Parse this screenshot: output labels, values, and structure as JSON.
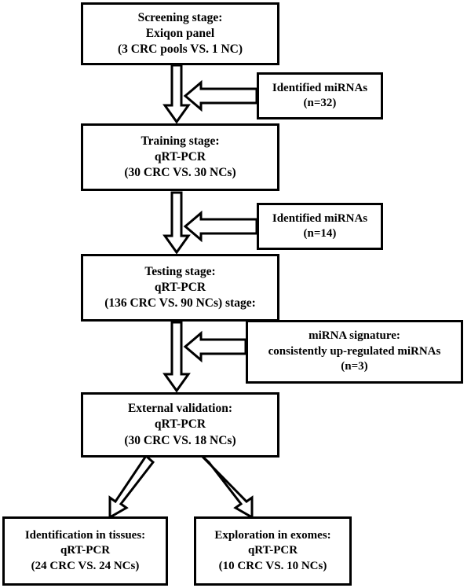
{
  "figure": {
    "type": "flowchart",
    "title": "miRNA biomarker discovery study design flowchart",
    "orientation": "top-to-bottom",
    "colors": {
      "stroke": "#000000",
      "fill": "#ffffff",
      "background": "#ffffff"
    }
  },
  "nodes": {
    "screening": {
      "id": "screening-stage",
      "line1": "Screening stage:",
      "line2": "Exiqon panel",
      "line3": "(3 CRC pools VS. 1 NC)"
    },
    "identified_32": {
      "id": "identified-mirnas-32",
      "line1": "Identified miRNAs",
      "line2": "(n=32)"
    },
    "training": {
      "id": "training-stage",
      "line1": "Training stage:",
      "line2": "qRT-PCR",
      "line3": "(30 CRC VS. 30 NCs)"
    },
    "identified_14": {
      "id": "identified-mirnas-14",
      "line1": "Identified miRNAs",
      "line2": "(n=14)"
    },
    "testing": {
      "id": "testing-stage",
      "line1": "Testing stage:",
      "line2": "qRT-PCR",
      "line3": "(136 CRC VS. 90 NCs) stage:"
    },
    "signature": {
      "id": "mirna-signature",
      "line1": "miRNA signature:",
      "line2": "consistently up-regulated miRNAs",
      "line3": "(n=3)"
    },
    "external": {
      "id": "external-validation",
      "line1": "External validation:",
      "line2": "qRT-PCR",
      "line3": "(30 CRC VS. 18 NCs)"
    },
    "tissues": {
      "id": "identification-in-tissues",
      "line1": "Identification in tissues:",
      "line2": "qRT-PCR",
      "line3": "(24 CRC VS. 24 NCs)"
    },
    "exomes": {
      "id": "exploration-in-exomes",
      "line1": "Exploration in exomes:",
      "line2": "qRT-PCR",
      "line3": "(10 CRC VS. 10 NCs)"
    }
  },
  "edges": [
    {
      "id": "edge-screening-to-training",
      "from": "screening",
      "to": "training",
      "style": "hollow-block-arrow",
      "direction": "down"
    },
    {
      "id": "edge-identified32-to-trunk",
      "from": "identified_32",
      "to": "edge-screening-to-training",
      "style": "hollow-block-arrow",
      "direction": "left"
    },
    {
      "id": "edge-training-to-testing",
      "from": "training",
      "to": "testing",
      "style": "hollow-block-arrow",
      "direction": "down"
    },
    {
      "id": "edge-identified14-to-trunk",
      "from": "identified_14",
      "to": "edge-training-to-testing",
      "style": "hollow-block-arrow",
      "direction": "left"
    },
    {
      "id": "edge-testing-to-external",
      "from": "testing",
      "to": "external",
      "style": "hollow-block-arrow",
      "direction": "down"
    },
    {
      "id": "edge-signature-to-trunk",
      "from": "signature",
      "to": "edge-testing-to-external",
      "style": "hollow-block-arrow",
      "direction": "left"
    },
    {
      "id": "edge-external-to-tissues",
      "from": "external",
      "to": "tissues",
      "style": "hollow-block-arrow",
      "direction": "down-left-diagonal"
    },
    {
      "id": "edge-external-to-exomes",
      "from": "external",
      "to": "exomes",
      "style": "hollow-block-arrow",
      "direction": "down-right-diagonal"
    }
  ]
}
